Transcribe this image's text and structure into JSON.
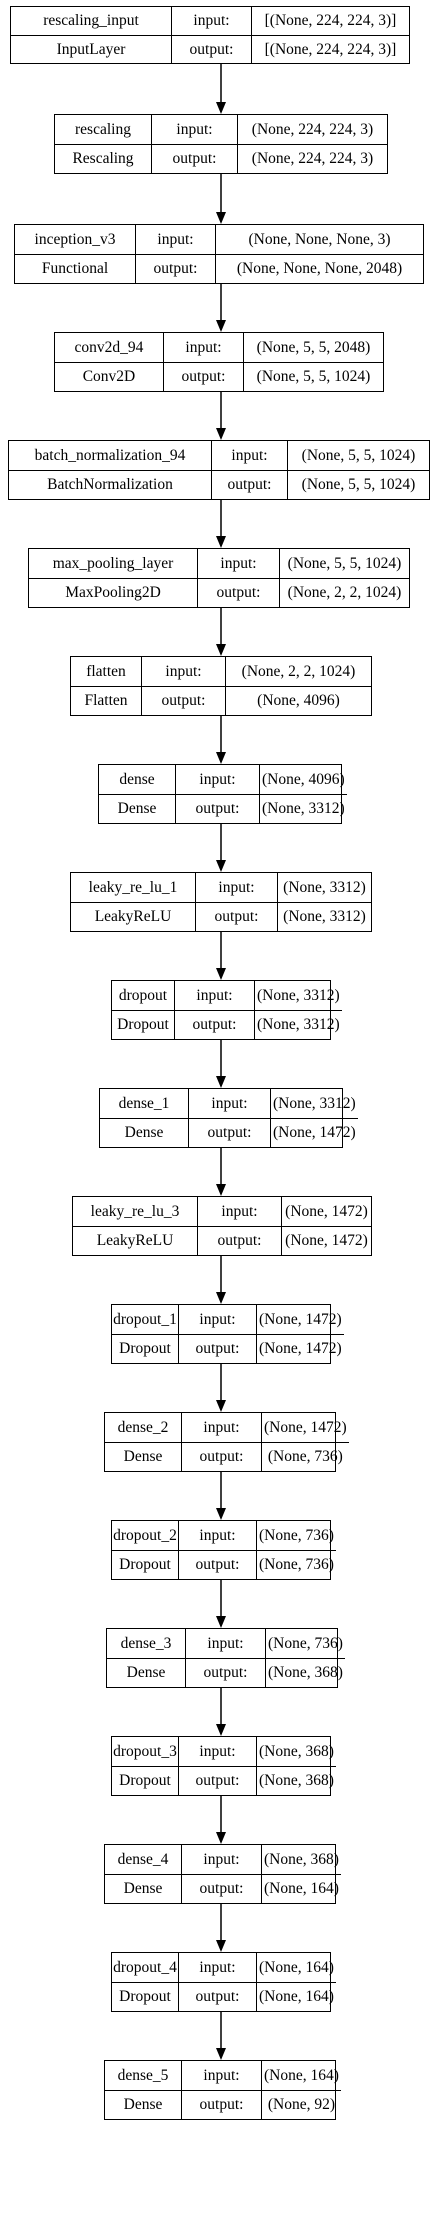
{
  "diagram": {
    "labels": {
      "input": "input:",
      "output": "output:"
    },
    "layers": [
      {
        "name": "rescaling_input",
        "type": "InputLayer",
        "input": "[(None, 224, 224, 3)]",
        "output": "[(None, 224, 224, 3)]"
      },
      {
        "name": "rescaling",
        "type": "Rescaling",
        "input": "(None, 224, 224, 3)",
        "output": "(None, 224, 224, 3)"
      },
      {
        "name": "inception_v3",
        "type": "Functional",
        "input": "(None, None, None, 3)",
        "output": "(None, None, None, 2048)"
      },
      {
        "name": "conv2d_94",
        "type": "Conv2D",
        "input": "(None, 5, 5, 2048)",
        "output": "(None, 5, 5, 1024)"
      },
      {
        "name": "batch_normalization_94",
        "type": "BatchNormalization",
        "input": "(None, 5, 5, 1024)",
        "output": "(None, 5, 5, 1024)"
      },
      {
        "name": "max_pooling_layer",
        "type": "MaxPooling2D",
        "input": "(None, 5, 5, 1024)",
        "output": "(None, 2, 2, 1024)"
      },
      {
        "name": "flatten",
        "type": "Flatten",
        "input": "(None, 2, 2, 1024)",
        "output": "(None, 4096)"
      },
      {
        "name": "dense",
        "type": "Dense",
        "input": "(None, 4096)",
        "output": "(None, 3312)"
      },
      {
        "name": "leaky_re_lu_1",
        "type": "LeakyReLU",
        "input": "(None, 3312)",
        "output": "(None, 3312)"
      },
      {
        "name": "dropout",
        "type": "Dropout",
        "input": "(None, 3312)",
        "output": "(None, 3312)"
      },
      {
        "name": "dense_1",
        "type": "Dense",
        "input": "(None, 3312)",
        "output": "(None, 1472)"
      },
      {
        "name": "leaky_re_lu_3",
        "type": "LeakyReLU",
        "input": "(None, 1472)",
        "output": "(None, 1472)"
      },
      {
        "name": "dropout_1",
        "type": "Dropout",
        "input": "(None, 1472)",
        "output": "(None, 1472)"
      },
      {
        "name": "dense_2",
        "type": "Dense",
        "input": "(None, 1472)",
        "output": "(None, 736)"
      },
      {
        "name": "dropout_2",
        "type": "Dropout",
        "input": "(None, 736)",
        "output": "(None, 736)"
      },
      {
        "name": "dense_3",
        "type": "Dense",
        "input": "(None, 736)",
        "output": "(None, 368)"
      },
      {
        "name": "dropout_3",
        "type": "Dropout",
        "input": "(None, 368)",
        "output": "(None, 368)"
      },
      {
        "name": "dense_4",
        "type": "Dense",
        "input": "(None, 368)",
        "output": "(None, 164)"
      },
      {
        "name": "dropout_4",
        "type": "Dropout",
        "input": "(None, 164)",
        "output": "(None, 164)"
      },
      {
        "name": "dense_5",
        "type": "Dense",
        "input": "(None, 164)",
        "output": "(None, 92)"
      }
    ]
  }
}
